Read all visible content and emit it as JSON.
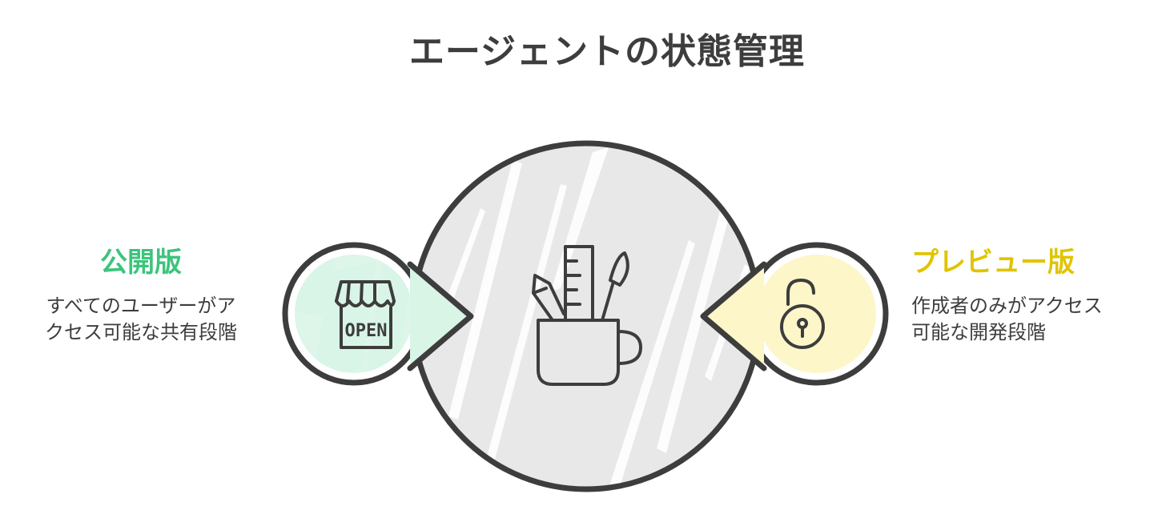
{
  "title": "エージェントの状態管理",
  "left": {
    "title": "公開版",
    "description_lines": [
      "すべてのユーザーがア",
      "クセス可能な共有段階"
    ],
    "icon": "open-sign-icon",
    "icon_text": "OPEN",
    "color": "#3cc47c",
    "fill": "#d8f5e6"
  },
  "right": {
    "title": "プレビュー版",
    "description_lines": [
      "作成者のみがアクセス",
      "可能な開発段階"
    ],
    "icon": "unlocked-padlock-icon",
    "color": "#e0c400",
    "fill": "#fdf6c9"
  },
  "center": {
    "icon": "tool-cup-icon",
    "fill": "#e8e8e8"
  },
  "colors": {
    "stroke": "#3d3d3d",
    "text": "#3d3d3d"
  }
}
